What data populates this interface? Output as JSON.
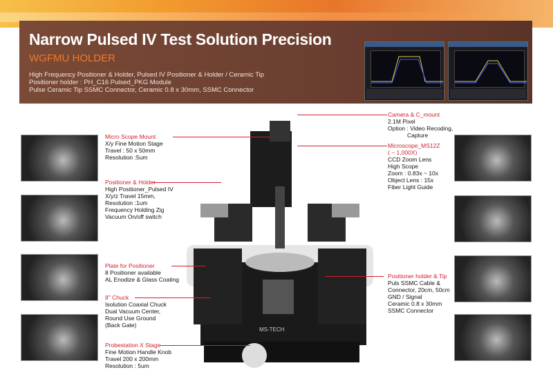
{
  "header": {
    "title": "Narrow Pulsed IV Test Solution Precision",
    "subtitle": "WGFMU HOLDER",
    "desc": [
      "High Frequency Positioner & Holder, Pulsed IV Positioner & Holder / Ceramic Tip",
      "Positioner holder : PH_C16 Pulsed_PKG Module",
      "Pulse Ceramic Tip SSMC Connector, Ceramic 0.8 x 30mm, SSMC Connector"
    ]
  },
  "callouts": {
    "camera": {
      "title": "Camera & C_mount",
      "lines": [
        "2.1M Pixel",
        "Option : Video Recoding,",
        "Capture"
      ]
    },
    "microscope": {
      "title": "Microscope_MS12Z",
      "lines": [
        "( ~ 1,000X)",
        "CCD Zoom Lens",
        "High Scope",
        "Zoom : 0.83x ~ 10x",
        "Object Lens : 15x",
        "Fiber Light Guide"
      ]
    },
    "scope_mount": {
      "title": "Micro Scope Mount",
      "lines": [
        "X/y Fine Motion Stage",
        "Travel : 50 x 50mm",
        "Resolution :5um"
      ]
    },
    "positioner": {
      "title": "Positioner & Holder",
      "lines": [
        "High Positioner_Pulsed IV",
        "X/y/z Travel 15mm,",
        "Resolution :1um",
        "Frequency Holding Zig",
        "Vacuum On/off switch"
      ]
    },
    "plate": {
      "title": "Plate for Positioner",
      "lines": [
        "8 Positioner available",
        "AL Enodize & Glass Coating"
      ]
    },
    "chuck": {
      "title": "8\" Chuck",
      "lines": [
        "Isolution Coaxial Chuck",
        "Dual Vacuum Center,",
        "Round Use Ground",
        "(Back Gate)"
      ]
    },
    "stage": {
      "title": "Probestation X Stage",
      "lines": [
        "Fine Motion Handle Knob",
        "Travel 200 x 200mm",
        "Resolution : 5um"
      ]
    },
    "holder_tip": {
      "title": "Positioner holder & Tip",
      "lines": [
        "Puls SSMC Cable &",
        "Connector, 20cm, 50cm",
        "GND / Signal",
        "Ceramic 0.8 x 30mm",
        "SSMC Connector"
      ]
    }
  },
  "machine_label": "MS-TECH",
  "colors": {
    "accent": "#d0202a",
    "banner": "#6b3e30",
    "subtitle": "#f07a2a"
  }
}
